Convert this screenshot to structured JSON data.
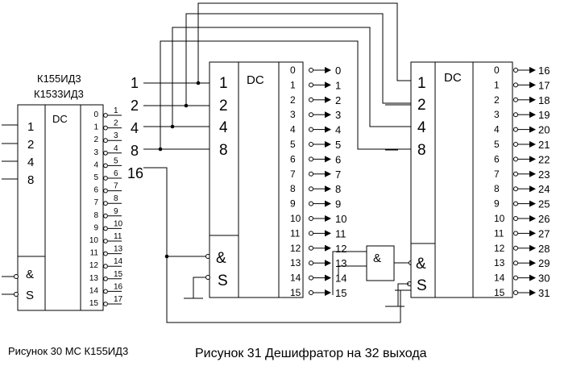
{
  "chip_labels": [
    "К155ИД3",
    "К1533ИД3"
  ],
  "dc_label": "DC",
  "and_label": "&",
  "strobe_label": "S",
  "address_inputs": [
    "1",
    "2",
    "4",
    "8"
  ],
  "input16_label": "16",
  "chip_input_labels": [
    "1",
    "2",
    "4",
    "8"
  ],
  "output_numbers": [
    "0",
    "1",
    "2",
    "3",
    "4",
    "5",
    "6",
    "7",
    "8",
    "9",
    "10",
    "11",
    "12",
    "13",
    "14",
    "15"
  ],
  "chip_pin_numbers": [
    "1",
    "2",
    "3",
    "4",
    "5",
    "6",
    "7",
    "8",
    "9",
    "10",
    "11",
    "13",
    "14",
    "15",
    "16",
    "17"
  ],
  "decoder1_outputs": [
    "0",
    "1",
    "2",
    "3",
    "4",
    "5",
    "6",
    "7",
    "8",
    "9",
    "10",
    "11",
    "12",
    "13",
    "14",
    "15"
  ],
  "decoder2_outputs": [
    "16",
    "17",
    "18",
    "19",
    "20",
    "21",
    "22",
    "23",
    "24",
    "25",
    "26",
    "27",
    "28",
    "29",
    "30",
    "31"
  ],
  "caption_left": "Рисунок  30   МС К155ИД3",
  "caption_right": "Рисунок  31   Дешифратор  на   32  выхода"
}
